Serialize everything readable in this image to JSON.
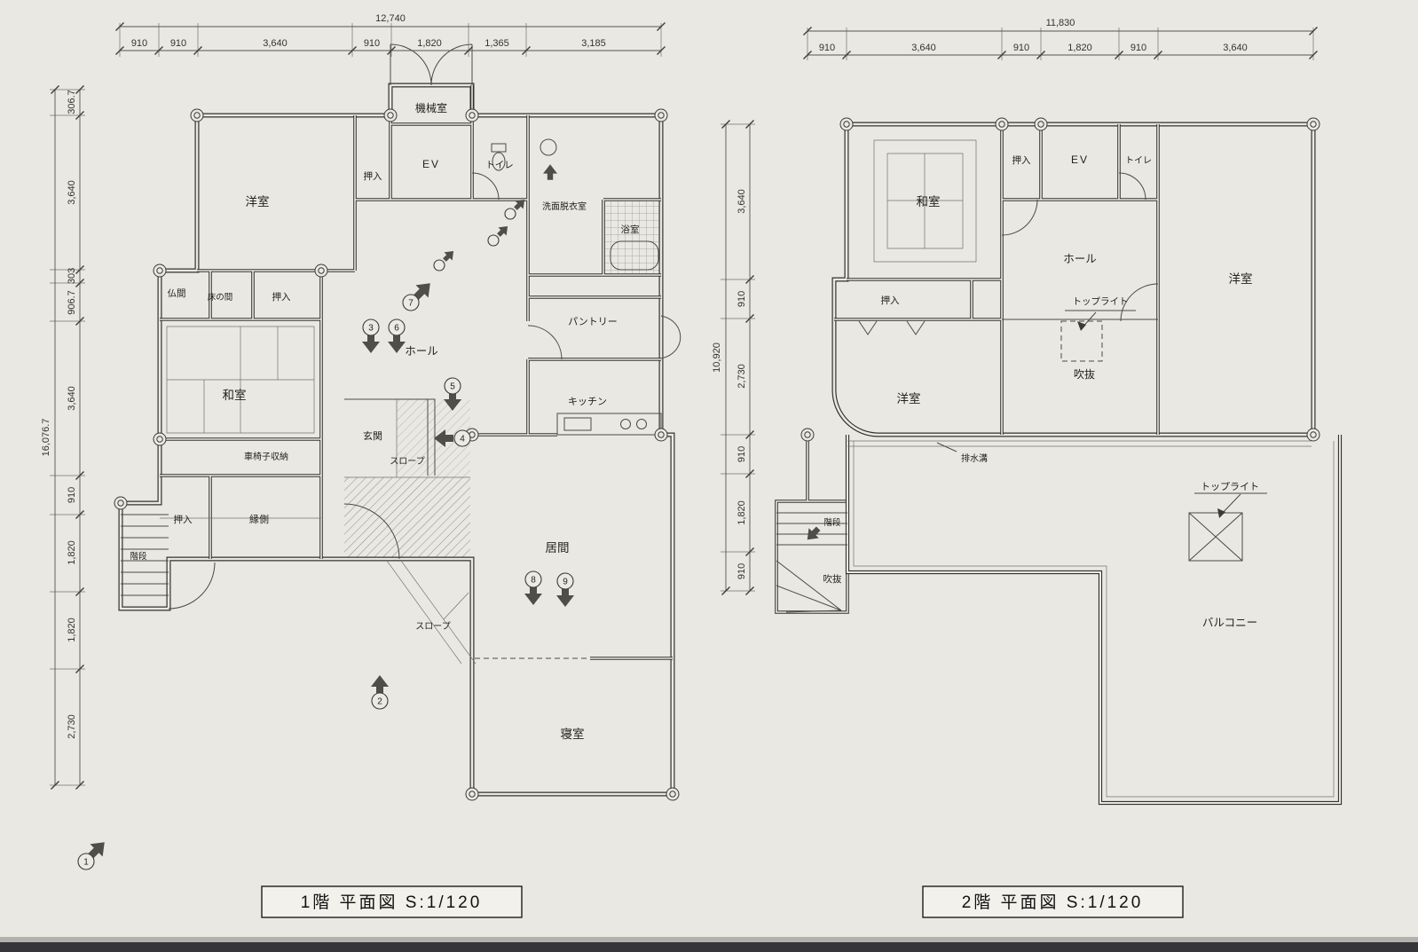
{
  "colors": {
    "paper": "#e9e8e3",
    "ink": "#3a3a37",
    "hatch": "#8d8c87"
  },
  "floor1": {
    "title": "1階 平面図 S:1/120",
    "top_dim": {
      "total": "12,740",
      "segments": [
        "910",
        "910",
        "3,640",
        "910",
        "1,820",
        "1,365",
        "3,185"
      ]
    },
    "left_dim": {
      "total": "16,076.7",
      "segments": [
        "306.7",
        "3,640",
        "303",
        "906.7",
        "3,640",
        "910",
        "1,820",
        "1,820",
        "2,730"
      ]
    },
    "rooms": {
      "kikai": "機械室",
      "ev": "EV",
      "toilet": "トイレ",
      "oshiire_top": "押入",
      "yoshitsu": "洋室",
      "senmen": "洗面脱衣室",
      "yokushitsu": "浴室",
      "butsuma": "仏間",
      "tokonoma": "床の間",
      "oshiire_mid": "押入",
      "pantry": "パントリー",
      "hall": "ホール",
      "kitchen": "キッチン",
      "washitsu": "和室",
      "genkan": "玄関",
      "slope1": "スロープ",
      "kurumaisu": "車椅子収納",
      "oshiire_b": "押入",
      "engawa": "縁側",
      "kaidan": "階段",
      "ima": "居間",
      "slope2": "スロープ",
      "shinshitsu": "寝室"
    },
    "markers": [
      "1",
      "2",
      "3",
      "4",
      "5",
      "6",
      "7",
      "8",
      "9"
    ]
  },
  "floor2": {
    "title": "2階 平面図 S:1/120",
    "top_dim": {
      "total": "11,830",
      "segments": [
        "910",
        "3,640",
        "910",
        "1,820",
        "910",
        "3,640"
      ]
    },
    "left_dim": {
      "total": "10,920",
      "segments": [
        "3,640",
        "910",
        "2,730",
        "910",
        "1,820",
        "910"
      ]
    },
    "rooms": {
      "oshiire_top": "押入",
      "ev": "EV",
      "toilet": "トイレ",
      "washitsu": "和室",
      "hall": "ホール",
      "yoshitsu_r": "洋室",
      "oshiire_l": "押入",
      "toplight1": "トップライト",
      "fukinuke1": "吹抜",
      "yoshitsu_l": "洋室",
      "haisuiko": "排水溝",
      "kaidan": "階段",
      "fukinuke2": "吹抜",
      "toplight2": "トップライト",
      "balcony": "バルコニー"
    }
  }
}
